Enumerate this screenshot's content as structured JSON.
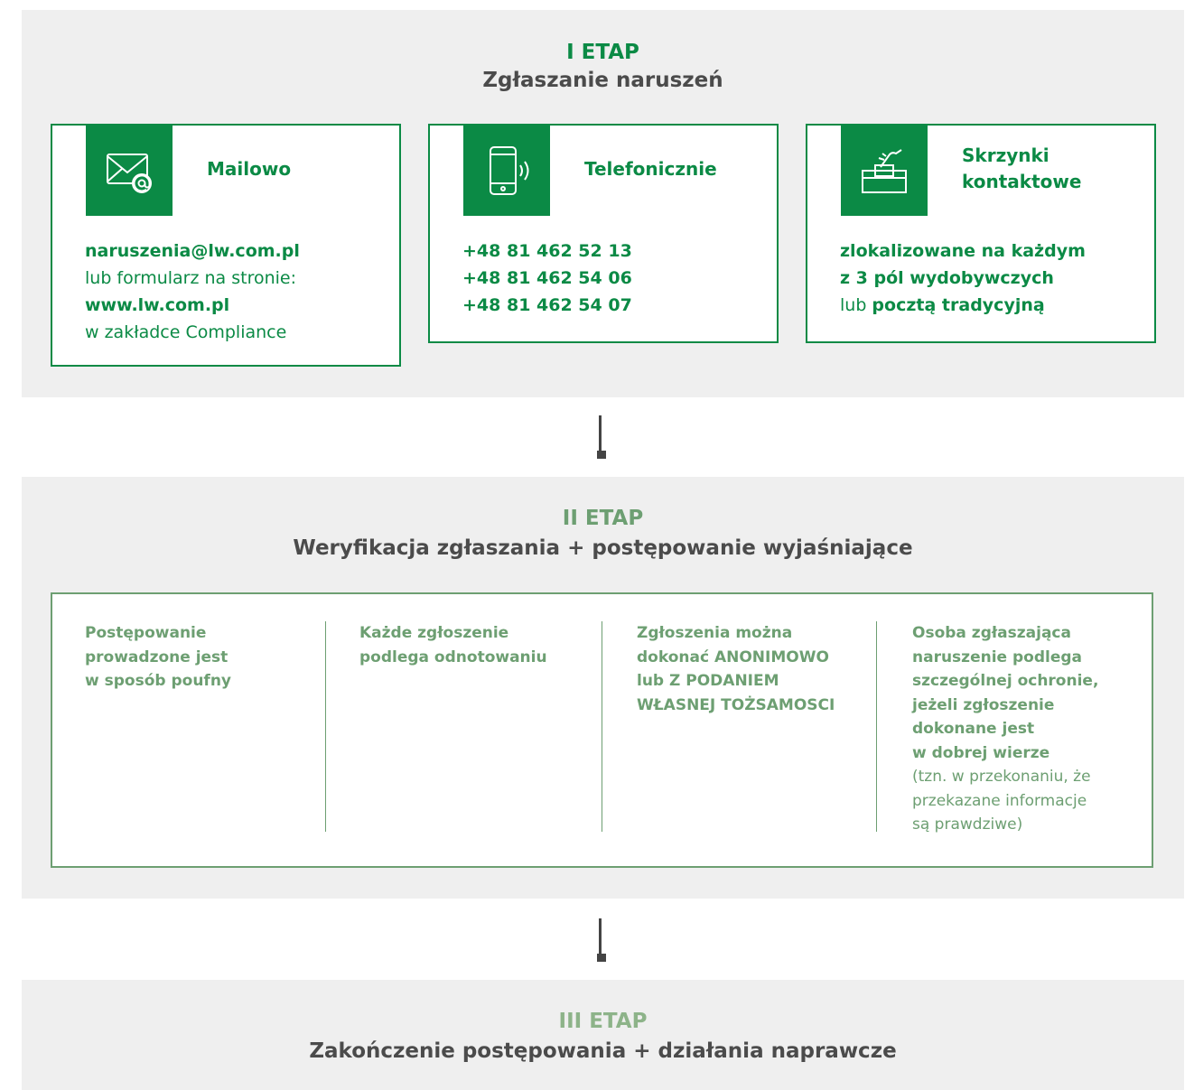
{
  "stage1": {
    "label": "I ETAP",
    "title": "Zgłaszanie naruszeń",
    "cards": {
      "mail": {
        "heading": "Mailowo",
        "icon": "envelope-at-icon",
        "email": "naruszenia@lw.com.pl",
        "line2": "lub formularz na stronie:",
        "website": "www.lw.com.pl",
        "line4": "w zakładce Compliance"
      },
      "phone": {
        "heading": "Telefonicznie",
        "icon": "phone-icon",
        "numbers": [
          "+48 81 462 52 13",
          "+48 81 462 54 06",
          "+48 81 462 54 07"
        ]
      },
      "box": {
        "heading_line1": "Skrzynki",
        "heading_line2": "kontaktowe",
        "icon": "ballot-box-icon",
        "line1": "zlokalizowane na każdym",
        "line2": "z 3 pól wydobywczych",
        "line3_prefix": "lub ",
        "line3_bold": "pocztą tradycyjną"
      }
    }
  },
  "stage2": {
    "label": "II ETAP",
    "title": "Weryfikacja zgłaszania + postępowanie wyjaśniające",
    "columns": [
      {
        "bold_lines": [
          "Postępowanie",
          "prowadzone jest",
          "w sposób poufny"
        ],
        "normal_lines": []
      },
      {
        "bold_lines": [
          "Każde zgłoszenie",
          "podlega odnotowaniu"
        ],
        "normal_lines": []
      },
      {
        "bold_lines": [
          "Zgłoszenia można",
          "dokonać ANONIMOWO",
          "lub Z PODANIEM",
          "WŁASNEJ TOŻSAMOSCI"
        ],
        "normal_lines": []
      },
      {
        "bold_lines": [
          "Osoba zgłaszająca",
          "naruszenie podlega",
          "szczególnej ochronie,",
          "jeżeli zgłoszenie",
          "dokonane jest",
          "w dobrej wierze"
        ],
        "normal_lines": [
          "(tzn. w przekonaniu, że",
          "przekazane informacje",
          "są prawdziwe)"
        ]
      }
    ]
  },
  "stage3": {
    "label": "III ETAP",
    "title": "Zakończenie postępowania + działania naprawcze"
  },
  "colors": {
    "green": "#0b8a45",
    "muted_green": "#6d9f72",
    "light_green": "#8db389",
    "panel_bg": "#efefef",
    "text_dark": "#4b4b4b"
  }
}
